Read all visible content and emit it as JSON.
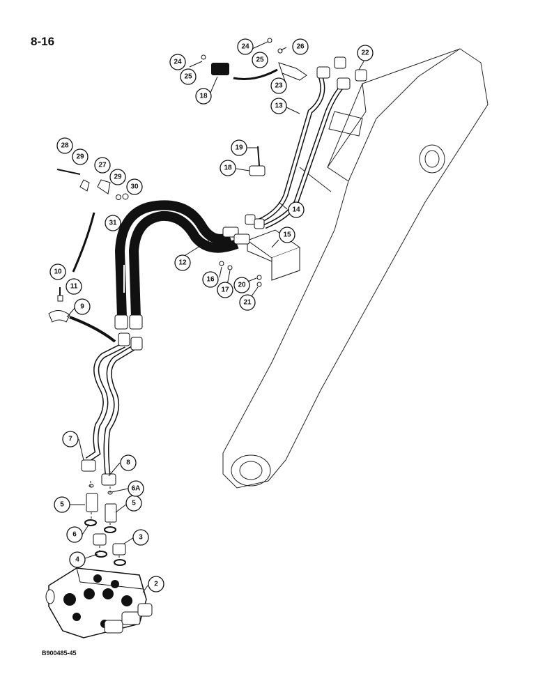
{
  "page": {
    "number": "8-16",
    "figure_code": "B900485-45"
  },
  "callouts": [
    "2",
    "3",
    "4",
    "5",
    "5",
    "6",
    "6A",
    "7",
    "8",
    "9",
    "10",
    "11",
    "12",
    "13",
    "14",
    "15",
    "16",
    "17",
    "18",
    "18",
    "19",
    "20",
    "21",
    "22",
    "23",
    "24",
    "24",
    "25",
    "25",
    "26",
    "27",
    "28",
    "29",
    "29",
    "30",
    "31"
  ]
}
